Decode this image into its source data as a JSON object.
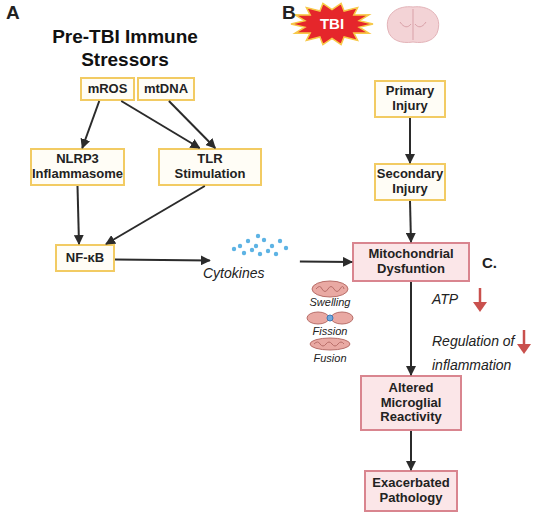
{
  "diagram": {
    "title": "Pre-TBI Immune Stressors",
    "nodes": [
      {
        "text": [
          "mROS"
        ]
      },
      {
        "text": [
          "mtDNA"
        ]
      },
      {
        "text": [
          "NLRP3 Inflammasome"
        ]
      },
      {
        "text": [
          "TLR Stimulation"
        ]
      },
      {
        "text": [
          "NF-κB"
        ]
      },
      {
        "text": [
          "TBI"
        ]
      },
      {
        "text": [
          "Primary Injury"
        ]
      },
      {
        "text": [
          "Secondary Injury"
        ]
      },
      {
        "text": [
          "Mitochondrial Dysfuntion"
        ]
      },
      {
        "text": [
          "Altered Microglial Reactivity"
        ]
      },
      {
        "text": [
          "Exacerbated Pathology"
        ]
      }
    ],
    "edges": [
      {
        "from": 0,
        "to": 2,
        "arrow": "to"
      },
      {
        "from": 0,
        "to": 3,
        "arrow": "to"
      },
      {
        "from": 1,
        "to": 3,
        "arrow": "to"
      },
      {
        "from": 2,
        "to": 4,
        "arrow": "to"
      },
      {
        "from": 3,
        "to": 4,
        "arrow": "to"
      },
      {
        "from": 4,
        "to": 8,
        "label": "Cytokines",
        "arrow": "to"
      },
      {
        "from": 6,
        "to": 7,
        "arrow": "to"
      },
      {
        "from": 7,
        "to": 8,
        "arrow": "to"
      },
      {
        "from": 8,
        "to": 9,
        "arrow": "to"
      },
      {
        "from": 9,
        "to": 10,
        "arrow": "to"
      }
    ],
    "labels": [
      "A",
      "B",
      "C.",
      "ATP",
      "Regulation of inflammation",
      "Swelling",
      "Fission",
      "Fusion"
    ]
  }
}
